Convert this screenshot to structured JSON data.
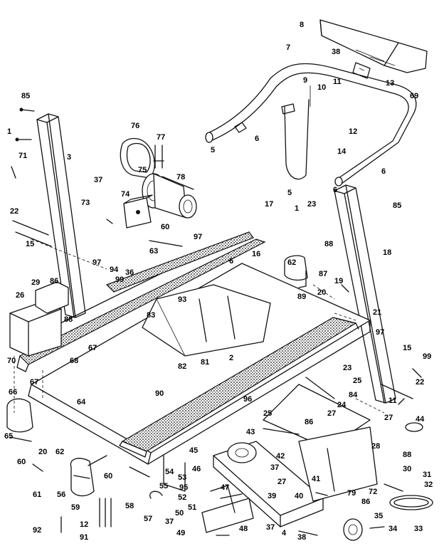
{
  "diagram": {
    "labels": [
      {
        "t": "8"
      },
      {
        "t": "7"
      },
      {
        "t": "38"
      },
      {
        "t": "13"
      },
      {
        "t": "9"
      },
      {
        "t": "11"
      },
      {
        "t": "10"
      },
      {
        "t": "69"
      },
      {
        "t": "85"
      },
      {
        "t": "12"
      },
      {
        "t": "76"
      },
      {
        "t": "77"
      },
      {
        "t": "1"
      },
      {
        "t": "3"
      },
      {
        "t": "5"
      },
      {
        "t": "6"
      },
      {
        "t": "71"
      },
      {
        "t": "14"
      },
      {
        "t": "37"
      },
      {
        "t": "75"
      },
      {
        "t": "78"
      },
      {
        "t": "6"
      },
      {
        "t": "73"
      },
      {
        "t": "74"
      },
      {
        "t": "5"
      },
      {
        "t": "6"
      },
      {
        "t": "85"
      },
      {
        "t": "23"
      },
      {
        "t": "22"
      },
      {
        "t": "17"
      },
      {
        "t": "1"
      },
      {
        "t": "60"
      },
      {
        "t": "97"
      },
      {
        "t": "15"
      },
      {
        "t": "63"
      },
      {
        "t": "88"
      },
      {
        "t": "16"
      },
      {
        "t": "62"
      },
      {
        "t": "18"
      },
      {
        "t": "97"
      },
      {
        "t": "94"
      },
      {
        "t": "36"
      },
      {
        "t": "6"
      },
      {
        "t": "87"
      },
      {
        "t": "99"
      },
      {
        "t": "89"
      },
      {
        "t": "19"
      },
      {
        "t": "29"
      },
      {
        "t": "86"
      },
      {
        "t": "20"
      },
      {
        "t": "26"
      },
      {
        "t": "93"
      },
      {
        "t": "88"
      },
      {
        "t": "83"
      },
      {
        "t": "21"
      },
      {
        "t": "67"
      },
      {
        "t": "2"
      },
      {
        "t": "81"
      },
      {
        "t": "97"
      },
      {
        "t": "70"
      },
      {
        "t": "68"
      },
      {
        "t": "15"
      },
      {
        "t": "82"
      },
      {
        "t": "99"
      },
      {
        "t": "23"
      },
      {
        "t": "67"
      },
      {
        "t": "25"
      },
      {
        "t": "66"
      },
      {
        "t": "84"
      },
      {
        "t": "22"
      },
      {
        "t": "64"
      },
      {
        "t": "90"
      },
      {
        "t": "96"
      },
      {
        "t": "11"
      },
      {
        "t": "24"
      },
      {
        "t": "25"
      },
      {
        "t": "27"
      },
      {
        "t": "65"
      },
      {
        "t": "86"
      },
      {
        "t": "27"
      },
      {
        "t": "44"
      },
      {
        "t": "43"
      },
      {
        "t": "62"
      },
      {
        "t": "20"
      },
      {
        "t": "28"
      },
      {
        "t": "60"
      },
      {
        "t": "45"
      },
      {
        "t": "42"
      },
      {
        "t": "88"
      },
      {
        "t": "60"
      },
      {
        "t": "54"
      },
      {
        "t": "37"
      },
      {
        "t": "41"
      },
      {
        "t": "30"
      },
      {
        "t": "46"
      },
      {
        "t": "27"
      },
      {
        "t": "31"
      },
      {
        "t": "61"
      },
      {
        "t": "56"
      },
      {
        "t": "53"
      },
      {
        "t": "95"
      },
      {
        "t": "55"
      },
      {
        "t": "79"
      },
      {
        "t": "72"
      },
      {
        "t": "32"
      },
      {
        "t": "52"
      },
      {
        "t": "47"
      },
      {
        "t": "39"
      },
      {
        "t": "86"
      },
      {
        "t": "40"
      },
      {
        "t": "51"
      },
      {
        "t": "59"
      },
      {
        "t": "58"
      },
      {
        "t": "57"
      },
      {
        "t": "50"
      },
      {
        "t": "37"
      },
      {
        "t": "35"
      },
      {
        "t": "33"
      },
      {
        "t": "12"
      },
      {
        "t": "49"
      },
      {
        "t": "48"
      },
      {
        "t": "37"
      },
      {
        "t": "4"
      },
      {
        "t": "34"
      },
      {
        "t": "92"
      },
      {
        "t": "91"
      },
      {
        "t": "38"
      }
    ]
  }
}
